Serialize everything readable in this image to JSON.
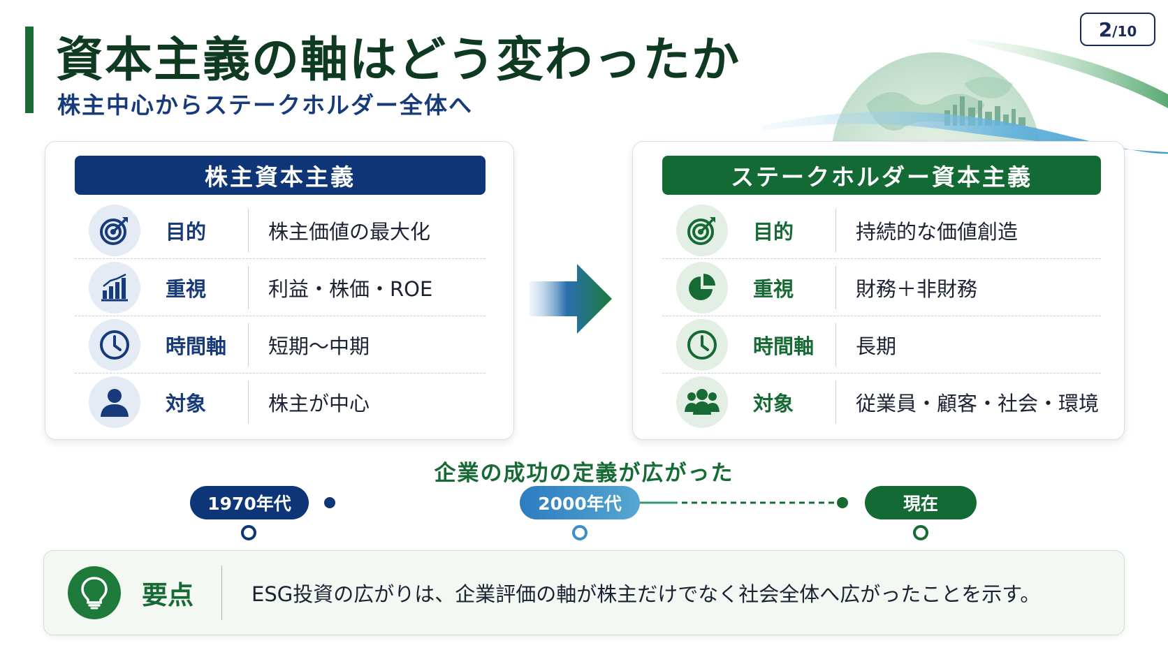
{
  "title": "資本主義の軸はどう変わったか",
  "subtitle": "株主中心からステークホルダー全体へ",
  "page": {
    "current": "2",
    "total": "/10"
  },
  "left_panel": {
    "heading": "株主資本主義",
    "rows": [
      {
        "icon": "target-icon",
        "label": "目的",
        "value": "株主価値の最大化"
      },
      {
        "icon": "bar-chart-icon",
        "label": "重視",
        "value": "利益・株価・ROE"
      },
      {
        "icon": "clock-icon",
        "label": "時間軸",
        "value": "短期〜中期"
      },
      {
        "icon": "person-icon",
        "label": "対象",
        "value": "株主が中心"
      }
    ]
  },
  "right_panel": {
    "heading": "ステークホルダー資本主義",
    "rows": [
      {
        "icon": "target-icon",
        "label": "目的",
        "value": "持続的な価値創造"
      },
      {
        "icon": "pie-chart-icon",
        "label": "重視",
        "value": "財務＋非財務"
      },
      {
        "icon": "clock-icon",
        "label": "時間軸",
        "value": "長期"
      },
      {
        "icon": "group-icon",
        "label": "対象",
        "value": "従業員・顧客・社会・環境"
      }
    ]
  },
  "timeline": {
    "caption": "企業の成功の定義が広がった",
    "stages": [
      "1970年代",
      "2000年代",
      "現在"
    ]
  },
  "key_point": {
    "label": "要点",
    "text": "ESG投資の広がりは、企業評価の軸が株主だけでなく社会全体へ広がったことを示す。"
  },
  "colors": {
    "navy": "#0e3578",
    "green": "#146a34",
    "title_green": "#0f3a22"
  }
}
